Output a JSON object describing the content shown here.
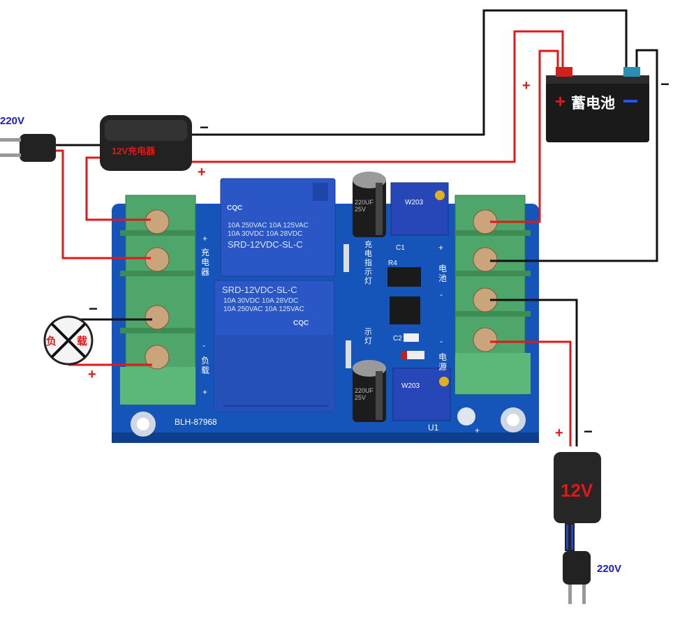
{
  "labels": {
    "mains_left": "220V",
    "mains_bottom": "220V",
    "charger": "12V充电器",
    "battery": "蓄电池",
    "adapter": "12V",
    "load_1": "负",
    "load_2": "载",
    "board_model": "BLH-87968",
    "silk_charger": "充电器",
    "silk_load": "负载",
    "silk_battery": "电池",
    "silk_power": "电源",
    "silk_charge_indicator": "充电指示灯",
    "silk_indicator": "示灯",
    "u1": "U1",
    "r4": "R4",
    "c1": "C1",
    "c2": "C2",
    "pot_label": "W203"
  },
  "signs": {
    "plus": "+",
    "minus": "−",
    "minus_short": "-"
  },
  "relay_top": {
    "brand": "CQC",
    "spec_line1": "10A 250VAC  10A 125VAC",
    "spec_line2": "10A  30VDC  10A 28VDC",
    "model": "SRD-12VDC-SL-C"
  },
  "relay_bottom": {
    "brand": "CQC",
    "model": "SRD-12VDC-SL-C",
    "spec_line1": "10A 30VDC  10A 28VDC",
    "spec_line2": "10A 250VAC 10A 125VAC"
  },
  "capacitor": "220UF 25V",
  "colors": {
    "pcb": "#1554b8",
    "terminal": "#4ea66a",
    "relay": "#2a56c6",
    "wire_red": "#e01818",
    "wire_black": "#111111",
    "label_blue": "#1a1ad0"
  }
}
